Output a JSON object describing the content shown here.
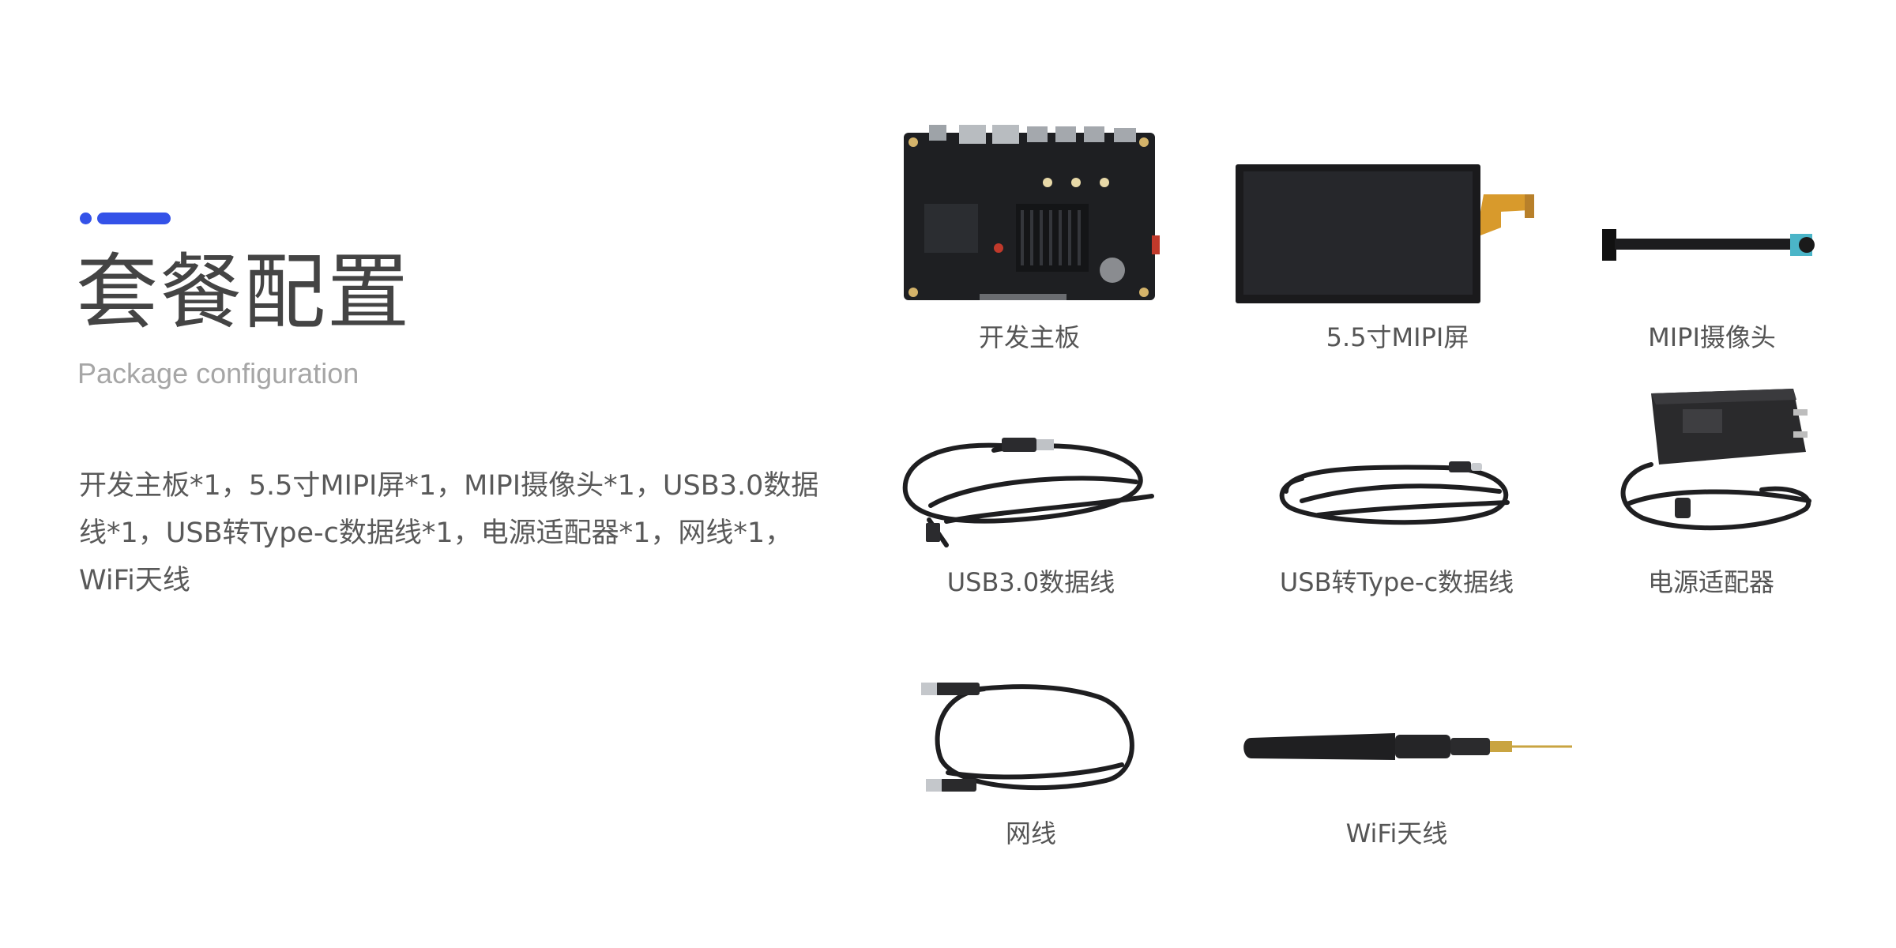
{
  "colors": {
    "accent": "#3452e8",
    "title": "#444444",
    "subtitle": "#a6a6a6",
    "text": "#595959"
  },
  "header": {
    "title": "套餐配置",
    "subtitle": "Package configuration"
  },
  "description": {
    "lines": [
      "开发主板*1，5.5寸MIPI屏*1，MIPI摄像头*1，USB3.0数据",
      "线*1，USB转Type-c数据线*1，电源适配器*1，网线*1，",
      "WiFi天线"
    ]
  },
  "products": [
    {
      "label": "开发主板",
      "icon": "dev-board-icon"
    },
    {
      "label": "5.5寸MIPI屏",
      "icon": "display-screen-icon"
    },
    {
      "label": "MIPI摄像头",
      "icon": "camera-module-icon"
    },
    {
      "label": "USB3.0数据线",
      "icon": "usb-cable-icon"
    },
    {
      "label": "USB转Type-c数据线",
      "icon": "type-c-cable-icon"
    },
    {
      "label": "电源适配器",
      "icon": "power-adapter-icon"
    },
    {
      "label": "网线",
      "icon": "ethernet-cable-icon"
    },
    {
      "label": "WiFi天线",
      "icon": "wifi-antenna-icon"
    }
  ]
}
